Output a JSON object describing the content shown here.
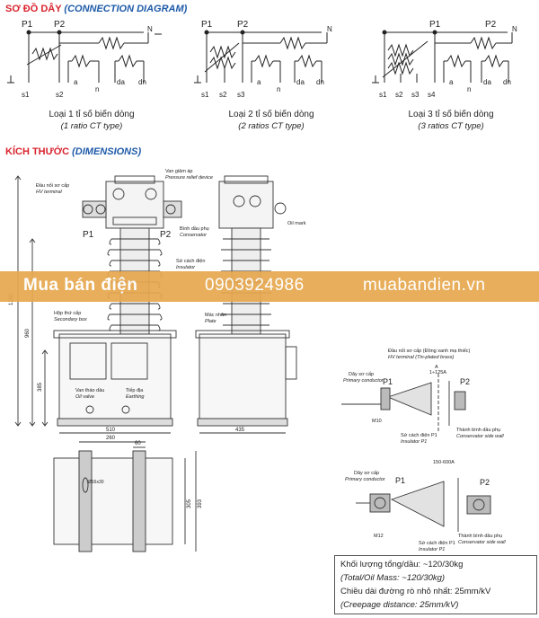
{
  "connection": {
    "title_vi": "SƠ ĐỒ DÂY",
    "title_en": "(CONNECTION DIAGRAM)",
    "diagrams": [
      {
        "primary": [
          "P1",
          "P2"
        ],
        "secondary": [
          "s1",
          "s2"
        ],
        "tertiary": [
          "a",
          "n",
          "da",
          "dn"
        ],
        "neutral": "N",
        "caption_vi": "Loại 1 tỉ số biến dòng",
        "caption_en": "(1 ratio CT type)"
      },
      {
        "primary": [
          "P1",
          "P2"
        ],
        "secondary": [
          "s1",
          "s2",
          "s3"
        ],
        "tertiary": [
          "a",
          "n",
          "da",
          "dn"
        ],
        "neutral": "N",
        "caption_vi": "Loại 2 tỉ số biến dòng",
        "caption_en": "(2 ratios CT type)"
      },
      {
        "primary": [
          "P1",
          "P2"
        ],
        "secondary": [
          "s1",
          "s2",
          "s3",
          "s4"
        ],
        "tertiary": [
          "a",
          "n",
          "da",
          "dn"
        ],
        "neutral": "N",
        "caption_vi": "Loại 3 tỉ số biến dòng",
        "caption_en": "(3 ratios CT type)"
      }
    ]
  },
  "dimensions": {
    "title_vi": "KÍCH THƯỚC",
    "title_en": "(DIMENSIONS)",
    "front": {
      "pressure_relief": [
        "Van giảm áp",
        "Pressure relief device"
      ],
      "hv_terminal": [
        "Đầu nối sơ cấp",
        "HV terminal"
      ],
      "conservator": [
        "Bình dầu phụ",
        "Conservator"
      ],
      "insulator": [
        "Sứ cách điện",
        "Insulator"
      ],
      "secondary_box": [
        "Hộp thứ cấp",
        "Secondary box"
      ],
      "oil_valve": [
        "Van tháo dầu",
        "Oil valve"
      ],
      "earthing": [
        "Tiếp địa",
        "Earthing"
      ],
      "terminal_p1": "P1",
      "terminal_p2": "P2",
      "dims": [
        "1260",
        "960",
        "385",
        "510"
      ]
    },
    "side": {
      "oil_mark": "Oil mark",
      "plate": [
        "Mác nhãn",
        "Plate"
      ],
      "width": "435"
    },
    "base": {
      "dims": [
        "260",
        "60",
        "305",
        "393"
      ],
      "hole": "Ø16x30"
    },
    "detail1": {
      "title_vi": "Đầu nối sơ cấp (Đồng xanh mạ thiếc)",
      "title_en": "HV terminal (Tin-plated brass)",
      "primary_cond": [
        "Dây sơ cấp",
        "Primary conductor"
      ],
      "range": "1÷125A",
      "bolt": "M10",
      "insulator": [
        "Sứ cách điện P1",
        "Insulator P1"
      ],
      "wall": [
        "Thành bình dầu phụ",
        "Conservator side wall"
      ],
      "p1": "P1",
      "p2": "P2",
      "a": "A"
    },
    "detail2": {
      "range": "150-600A",
      "primary_cond": [
        "Dây sơ cấp",
        "Primary conductor"
      ],
      "bolt": "M12",
      "insulator": [
        "Sứ cách điện P1",
        "Insulator P1"
      ],
      "wall": [
        "Thành bình dầu phụ",
        "Conservator side wall"
      ],
      "p1": "P1",
      "p2": "P2"
    }
  },
  "banner": {
    "brand": "Mua bán điện",
    "phone": "0903924986",
    "site": "muabandien.vn"
  },
  "specs": {
    "mass_vi": "Khối lượng tổng/dầu: ~120/30kg",
    "mass_en": "(Total/Oil Mass: ~120/30kg)",
    "creep_vi": "Chiều dài đường rò nhỏ nhất: 25mm/kV",
    "creep_en": "(Creepage distance: 25mm/kV)"
  }
}
